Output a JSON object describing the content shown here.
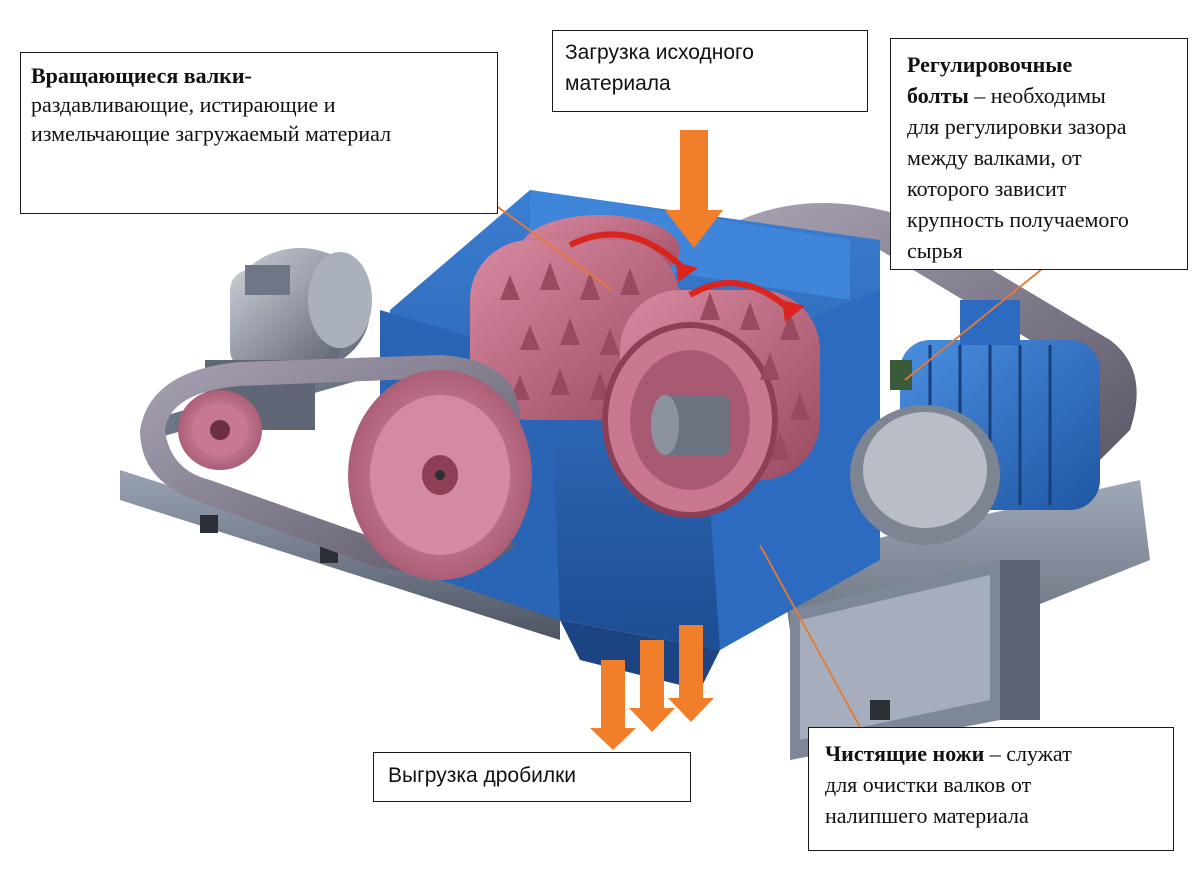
{
  "labels": {
    "rollers": {
      "title": "Вращающиеся валки-",
      "text_line1": "раздавливающие, истирающие и",
      "text_line2": "измельчающие загружаемый материал"
    },
    "loading": {
      "line1": "Загрузка исходного",
      "line2": "материала"
    },
    "bolts": {
      "title_line1": "Регулировочные",
      "title_line2": "болты",
      "line2_rest": " – необходимы",
      "line3": "для регулировки зазора",
      "line4": "между валками, от",
      "line5": "которого зависит",
      "line6": "крупность получаемого",
      "line7": "сырья"
    },
    "knives": {
      "title": "Чистящие ножи",
      "line1_rest": " – служат",
      "line2": "для очистки валков от",
      "line3": "налипшего материала"
    },
    "unloading": {
      "text": "Выгрузка дробилки"
    }
  },
  "colors": {
    "frame_blue": "#2f6fc4",
    "frame_blue_dark": "#1f4f96",
    "roller_pink": "#c9708a",
    "roller_pink_dark": "#8e3f55",
    "arrow_orange": "#f07e2a",
    "motor_grey": "#8b93a3",
    "leader_orange": "#e87a2e",
    "rotation_red": "#d9251d"
  }
}
